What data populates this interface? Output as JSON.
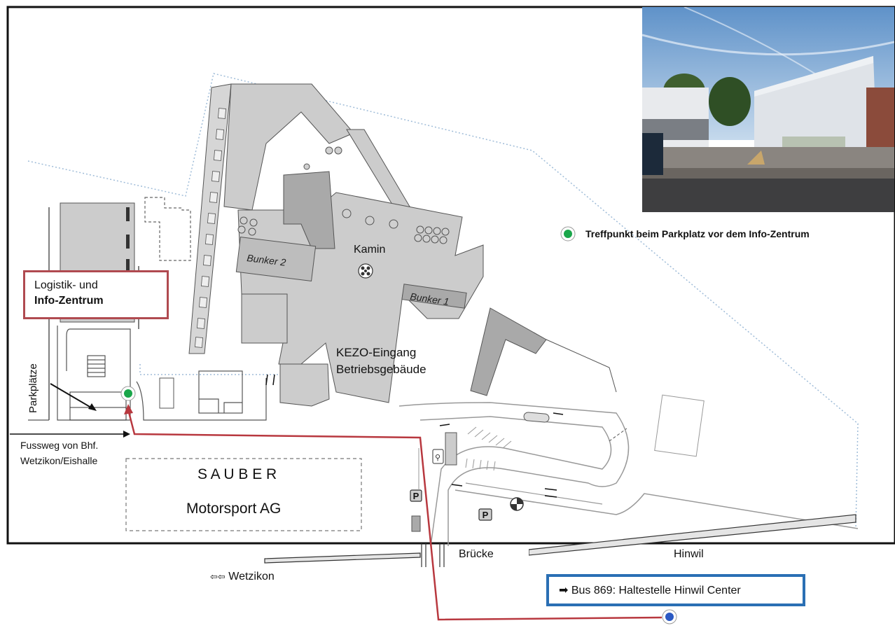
{
  "labels": {
    "kamin": "Kamin",
    "bunker1": "Bunker 1",
    "bunker2": "Bunker 2",
    "kezo_line1": "KEZO-Eingang",
    "kezo_line2": "Betriebsgebäude",
    "parkplaetze": "Parkplätze",
    "fussweg_line1": "Fussweg von Bhf.",
    "fussweg_line2": "Wetzikon/Eishalle",
    "sauber_line1": "S A U B E R",
    "sauber_line2": "Motorsport AG",
    "bruecke": "Brücke",
    "hinwil": "Hinwil",
    "wetzikon": "Wetzikon",
    "wetzikon_arrows": "⇦⇦",
    "parking_symbol": "P"
  },
  "info_box": {
    "line1": "Logistik- und",
    "line2": "Info-Zentrum"
  },
  "legend": {
    "meeting_point": "Treffpunkt beim Parkplatz vor dem Info-Zentrum"
  },
  "bus_box": {
    "arrow": "➡",
    "text": "Bus 869: Haltestelle Hinwil Center"
  },
  "colors": {
    "route": "#b8383f",
    "meeting_point": "#1aa64a",
    "bus_stop": "#2b59c3",
    "bus_box_border": "#2a6fb4",
    "info_box_border": "#b04a50",
    "building": "#cccccc",
    "building_dark": "#a9a9a9",
    "boundary": "#9fbcd8"
  }
}
